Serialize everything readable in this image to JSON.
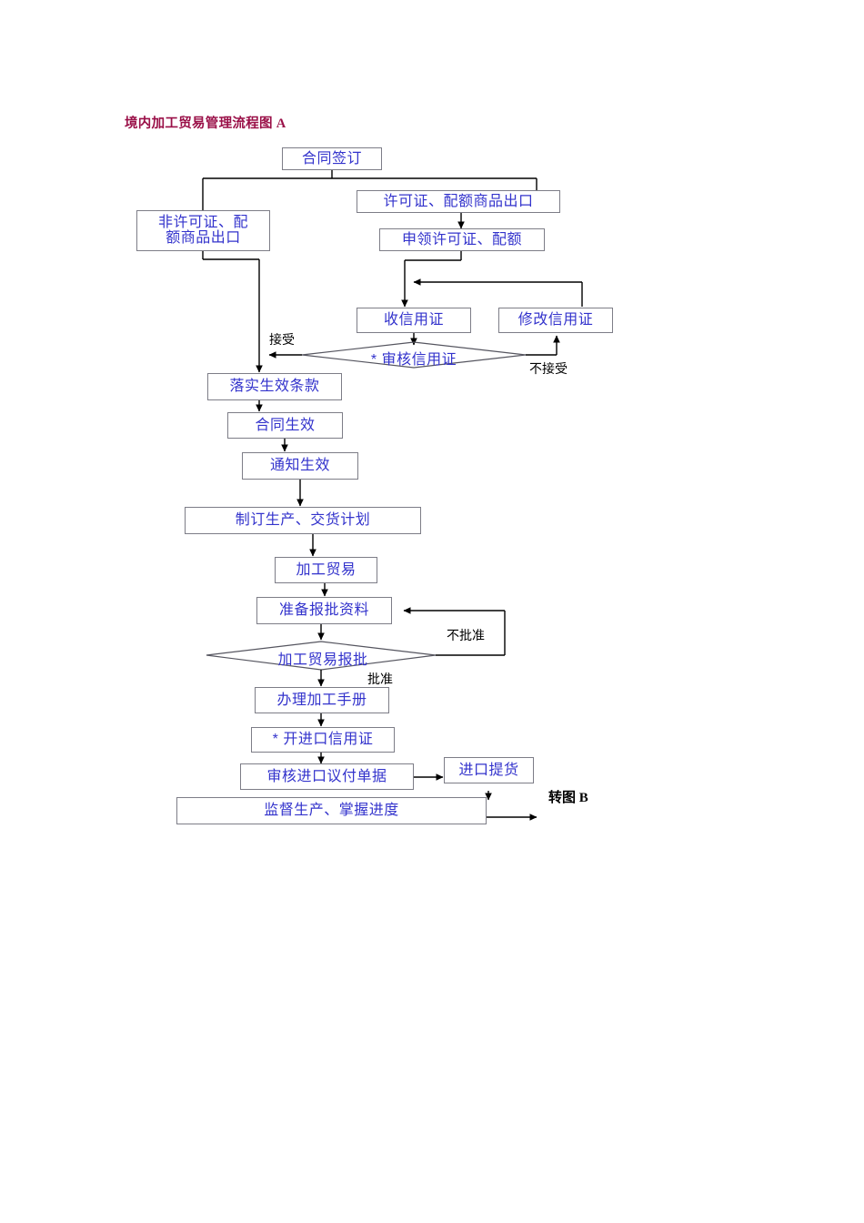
{
  "document": {
    "title": "境内加工贸易管理流程图 A",
    "title_color": "#9a1048",
    "node_text_color": "#3333cc",
    "node_border_color": "#7d7d87",
    "connector_color": "#000000",
    "background_color": "#ffffff"
  },
  "chart_data": {
    "type": "diagram",
    "title": "境内加工贸易管理流程图 A",
    "nodes": [
      {
        "id": "n1",
        "label": "合同签订",
        "shape": "rect"
      },
      {
        "id": "n2",
        "label": "许可证、配额商品出口",
        "shape": "rect"
      },
      {
        "id": "n3",
        "label": "非许可证、配\n额商品出口",
        "shape": "rect"
      },
      {
        "id": "n4",
        "label": "申领许可证、配额",
        "shape": "rect"
      },
      {
        "id": "n5",
        "label": "收信用证",
        "shape": "rect"
      },
      {
        "id": "n6",
        "label": "修改信用证",
        "shape": "rect"
      },
      {
        "id": "n7",
        "label": "* 审核信用证",
        "shape": "diamond"
      },
      {
        "id": "n8",
        "label": "落实生效条款",
        "shape": "rect"
      },
      {
        "id": "n9",
        "label": "合同生效",
        "shape": "rect"
      },
      {
        "id": "n10",
        "label": "通知生效",
        "shape": "rect"
      },
      {
        "id": "n11",
        "label": "制订生产、交货计划",
        "shape": "rect"
      },
      {
        "id": "n12",
        "label": "加工贸易",
        "shape": "rect"
      },
      {
        "id": "n13",
        "label": "准备报批资料",
        "shape": "rect"
      },
      {
        "id": "n14",
        "label": "加工贸易报批",
        "shape": "diamond"
      },
      {
        "id": "n15",
        "label": "办理加工手册",
        "shape": "rect"
      },
      {
        "id": "n16",
        "label": "* 开进口信用证",
        "shape": "rect"
      },
      {
        "id": "n17",
        "label": "审核进口议付单据",
        "shape": "rect"
      },
      {
        "id": "n18",
        "label": "进口提货",
        "shape": "rect"
      },
      {
        "id": "n19",
        "label": "监督生产、掌握进度",
        "shape": "rect"
      }
    ],
    "edge_labels": [
      {
        "id": "e1",
        "label": "接受"
      },
      {
        "id": "e2",
        "label": "不接受"
      },
      {
        "id": "e3",
        "label": "不批准"
      },
      {
        "id": "e4",
        "label": "批准"
      }
    ],
    "notes": [
      {
        "id": "note1",
        "label": "转图 B"
      }
    ],
    "edges": [
      {
        "from": "n1",
        "to": "n3",
        "label": ""
      },
      {
        "from": "n1",
        "to": "n2",
        "label": ""
      },
      {
        "from": "n2",
        "to": "n4",
        "label": ""
      },
      {
        "from": "n4",
        "to": "n5",
        "label": ""
      },
      {
        "from": "n5",
        "to": "n7",
        "label": ""
      },
      {
        "from": "n7",
        "to": "n8",
        "label": "接受"
      },
      {
        "from": "n7",
        "to": "n6",
        "label": "不接受"
      },
      {
        "from": "n6",
        "to": "n5",
        "label": ""
      },
      {
        "from": "n3",
        "to": "n8",
        "label": ""
      },
      {
        "from": "n8",
        "to": "n9",
        "label": ""
      },
      {
        "from": "n9",
        "to": "n10",
        "label": ""
      },
      {
        "from": "n10",
        "to": "n11",
        "label": ""
      },
      {
        "from": "n11",
        "to": "n12",
        "label": ""
      },
      {
        "from": "n12",
        "to": "n13",
        "label": ""
      },
      {
        "from": "n13",
        "to": "n14",
        "label": ""
      },
      {
        "from": "n14",
        "to": "n15",
        "label": "批准"
      },
      {
        "from": "n14",
        "to": "n13",
        "label": "不批准"
      },
      {
        "from": "n15",
        "to": "n16",
        "label": ""
      },
      {
        "from": "n16",
        "to": "n17",
        "label": ""
      },
      {
        "from": "n17",
        "to": "n18",
        "label": ""
      },
      {
        "from": "n18",
        "to": "n19",
        "label": ""
      },
      {
        "from": "n19",
        "to": "note1",
        "label": ""
      }
    ]
  }
}
